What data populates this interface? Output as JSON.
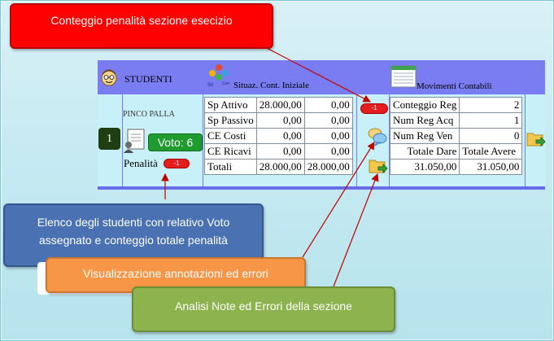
{
  "callouts": {
    "top": "Conteggio penalità sezione esecizio",
    "students_line1": "Elenco degli studenti con relativo Voto",
    "students_line2": "assegnato e conteggio totale penalità",
    "annotations": "Visualizzazione annotazioni ed errori",
    "analysis": "Analisi Note ed Errori della sezione"
  },
  "header": {
    "students": "STUDENTI",
    "situation": "Situaz. Cont. Iniziale",
    "movements": "Movimenti Contabili"
  },
  "student": {
    "rank": "1",
    "name": "PINCO PALLA",
    "vote": "Voto: 6",
    "penalty_label": "Penalità",
    "penalty_count": "-1"
  },
  "section_penalty": "-1",
  "situation_rows": [
    {
      "label": "Sp Attivo",
      "v1": "28.000,00",
      "v2": "0,00"
    },
    {
      "label": "Sp Passivo",
      "v1": "0,00",
      "v2": "0,00"
    },
    {
      "label": "CE Costi",
      "v1": "0,00",
      "v2": "0,00"
    },
    {
      "label": "CE Ricavi",
      "v1": "0,00",
      "v2": "0,00"
    },
    {
      "label": "Totali",
      "v1": "28.000,00",
      "v2": "28.000,00"
    }
  ],
  "movements_rows": [
    {
      "label": "Conteggio Reg",
      "value": "2"
    },
    {
      "label": "Num Reg Acq",
      "value": "1"
    },
    {
      "label": "Num Reg Ven",
      "value": "0"
    }
  ],
  "movements_totals": {
    "dare_label": "Totale Dare",
    "avere_label": "Totale Avere",
    "dare_value": "31.050,00",
    "avere_value": "31.050,00"
  },
  "colors": {
    "header_bg": "#7a7cf2",
    "cell_bg": "#c8f0f8",
    "vote_bg": "#1f9b2f",
    "penalty_bg": "#e51d1d"
  }
}
